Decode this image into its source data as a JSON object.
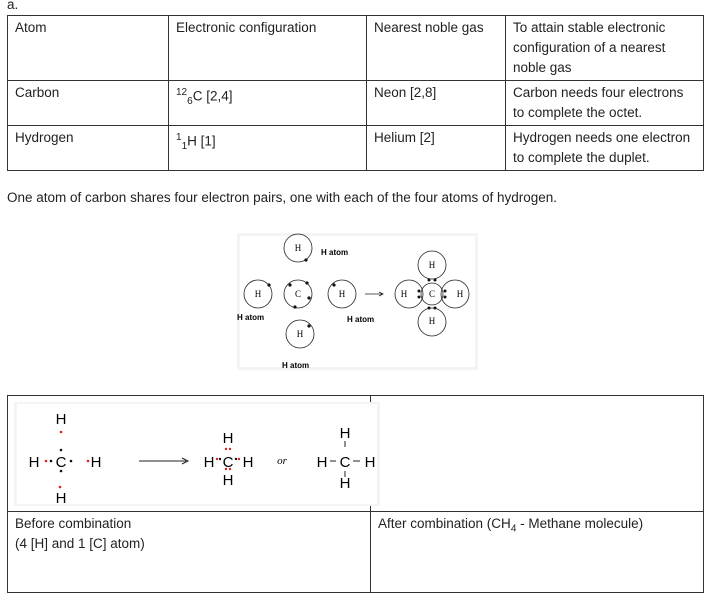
{
  "section_label": "a.",
  "table1": {
    "headers": [
      "Atom",
      "Electronic configuration",
      "Nearest noble gas",
      "To attain stable electronic configuration of a nearest noble gas"
    ],
    "rows": [
      {
        "atom": "Carbon",
        "mass": "12",
        "num": "6",
        "sym": "C [2,4]",
        "gas": "Neon [2,8]",
        "note": "Carbon needs four electrons to complete the octet."
      },
      {
        "atom": "Hydrogen",
        "mass": "1",
        "num": "1",
        "sym": "H [1]",
        "gas": "Helium [2]",
        "note": "Hydrogen needs one electron to complete the duplet."
      }
    ]
  },
  "sentence": "One atom of carbon shares four electron pairs, one with each of the four atoms of hydrogen.",
  "diagram1": {
    "h": "H",
    "c": "C",
    "h_atom": "H atom"
  },
  "diagram2": {
    "h": "H",
    "c": "C",
    "or": "or"
  },
  "table2": {
    "before_line1": "Before combination",
    "before_line2": "(4 [H] and 1 [C] atom)",
    "after_prefix": "After combination (CH",
    "after_sub": "4",
    "after_suffix": " - Methane molecule)"
  }
}
